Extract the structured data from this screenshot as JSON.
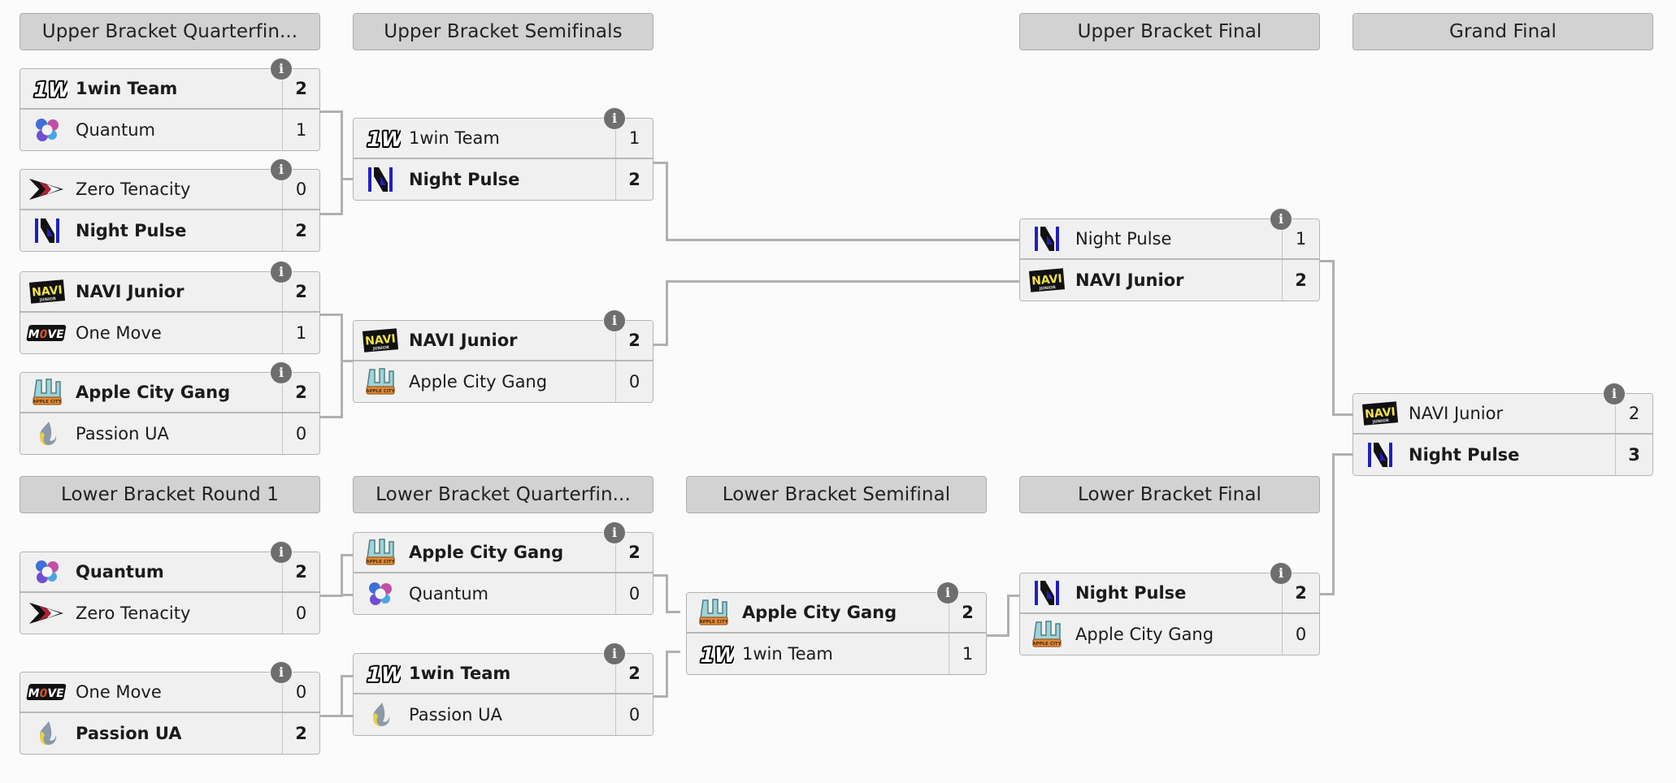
{
  "rounds": [
    {
      "id": "ubqf",
      "label": "Upper Bracket Quarterfin..."
    },
    {
      "id": "ubsf",
      "label": "Upper Bracket Semifinals"
    },
    {
      "id": "ubf",
      "label": "Upper Bracket Final"
    },
    {
      "id": "gf",
      "label": "Grand Final"
    },
    {
      "id": "lbr1",
      "label": "Lower Bracket Round 1"
    },
    {
      "id": "lbqf",
      "label": "Lower Bracket Quarterfin..."
    },
    {
      "id": "lbsf",
      "label": "Lower Bracket Semifinal"
    },
    {
      "id": "lbf",
      "label": "Lower Bracket Final"
    }
  ],
  "info_badge_label": "i",
  "matches": {
    "ubqf1": {
      "top": {
        "team": "1win Team",
        "logo": "1win-logo",
        "score": "2",
        "winner": true
      },
      "bottom": {
        "team": "Quantum",
        "logo": "quantum-logo",
        "score": "1",
        "winner": false
      }
    },
    "ubqf2": {
      "top": {
        "team": "Zero Tenacity",
        "logo": "zero-tenacity-logo",
        "score": "0",
        "winner": false
      },
      "bottom": {
        "team": "Night Pulse",
        "logo": "night-pulse-logo",
        "score": "2",
        "winner": true
      }
    },
    "ubqf3": {
      "top": {
        "team": "NAVI Junior",
        "logo": "navi-junior-logo",
        "score": "2",
        "winner": true
      },
      "bottom": {
        "team": "One Move",
        "logo": "one-move-logo",
        "score": "1",
        "winner": false
      }
    },
    "ubqf4": {
      "top": {
        "team": "Apple City Gang",
        "logo": "apple-city-gang-logo",
        "score": "2",
        "winner": true
      },
      "bottom": {
        "team": "Passion UA",
        "logo": "passion-ua-logo",
        "score": "0",
        "winner": false
      }
    },
    "ubsf1": {
      "top": {
        "team": "1win Team",
        "logo": "1win-logo",
        "score": "1",
        "winner": false
      },
      "bottom": {
        "team": "Night Pulse",
        "logo": "night-pulse-logo",
        "score": "2",
        "winner": true
      }
    },
    "ubsf2": {
      "top": {
        "team": "NAVI Junior",
        "logo": "navi-junior-logo",
        "score": "2",
        "winner": true
      },
      "bottom": {
        "team": "Apple City Gang",
        "logo": "apple-city-gang-logo",
        "score": "0",
        "winner": false
      }
    },
    "ubfinal": {
      "top": {
        "team": "Night Pulse",
        "logo": "night-pulse-logo",
        "score": "1",
        "winner": false
      },
      "bottom": {
        "team": "NAVI Junior",
        "logo": "navi-junior-logo",
        "score": "2",
        "winner": true
      }
    },
    "grandfinal": {
      "top": {
        "team": "NAVI Junior",
        "logo": "navi-junior-logo",
        "score": "2",
        "winner": false
      },
      "bottom": {
        "team": "Night Pulse",
        "logo": "night-pulse-logo",
        "score": "3",
        "winner": true
      }
    },
    "lbr1a": {
      "top": {
        "team": "Quantum",
        "logo": "quantum-logo",
        "score": "2",
        "winner": true
      },
      "bottom": {
        "team": "Zero Tenacity",
        "logo": "zero-tenacity-logo",
        "score": "0",
        "winner": false
      }
    },
    "lbr1b": {
      "top": {
        "team": "One Move",
        "logo": "one-move-logo",
        "score": "0",
        "winner": false
      },
      "bottom": {
        "team": "Passion UA",
        "logo": "passion-ua-logo",
        "score": "2",
        "winner": true
      }
    },
    "lbqf1": {
      "top": {
        "team": "Apple City Gang",
        "logo": "apple-city-gang-logo",
        "score": "2",
        "winner": true
      },
      "bottom": {
        "team": "Quantum",
        "logo": "quantum-logo",
        "score": "0",
        "winner": false
      }
    },
    "lbqf2": {
      "top": {
        "team": "1win Team",
        "logo": "1win-logo",
        "score": "2",
        "winner": true
      },
      "bottom": {
        "team": "Passion UA",
        "logo": "passion-ua-logo",
        "score": "0",
        "winner": false
      }
    },
    "lbsemi": {
      "top": {
        "team": "Apple City Gang",
        "logo": "apple-city-gang-logo",
        "score": "2",
        "winner": true
      },
      "bottom": {
        "team": "1win Team",
        "logo": "1win-logo",
        "score": "1",
        "winner": false
      }
    },
    "lbfinal": {
      "top": {
        "team": "Night Pulse",
        "logo": "night-pulse-logo",
        "score": "2",
        "winner": true
      },
      "bottom": {
        "team": "Apple City Gang",
        "logo": "apple-city-gang-logo",
        "score": "0",
        "winner": false
      }
    }
  },
  "colors": {
    "page_background": "#fbfbfb",
    "header_fill": "#d2d2d2",
    "header_border": "#adadad",
    "match_fill": "#f0f0f0",
    "match_border": "#b3b3b3",
    "connector": "#b0b0b0",
    "badge": "#6e6e6e",
    "text": "#1b1b1b"
  }
}
